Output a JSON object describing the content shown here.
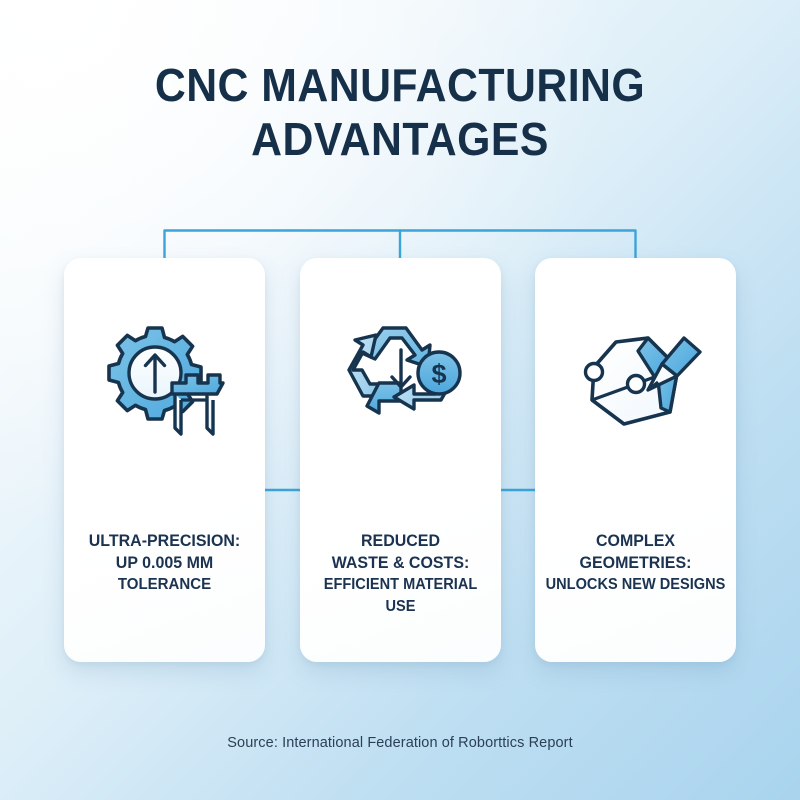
{
  "title": {
    "line1": "CNC MANUFACTURING",
    "line2": "ADVANTAGES"
  },
  "colors": {
    "accent": "#3ba4d8",
    "title_navy": "#173049",
    "text_navy": "#1b3350",
    "icon_outline": "#17344f",
    "icon_fill_light": "#a9d3ee",
    "icon_fill_mid": "#58b0e0",
    "card_white": "#ffffff",
    "background_top": "#fdfefe",
    "background_bottom": "#a9d4ee"
  },
  "cards": [
    {
      "icon_name": "gear-precision-icon",
      "line1": "ULTRA-PRECISION:",
      "line2": "UP 0.005 MM",
      "line3": "TOLERANCE"
    },
    {
      "icon_name": "recycle-savings-icon",
      "line1": "REDUCED",
      "line2": "WASTE & COSTS:",
      "line3": "EFFICIENT MATERIAL USE"
    },
    {
      "icon_name": "pen-geometry-icon",
      "line1": "COMPLEX",
      "line2": "GEOMETRIES:",
      "line3": "UNLOCKS NEW DESIGNS"
    }
  ],
  "source": "Source: International Federation of Roborttics Report"
}
